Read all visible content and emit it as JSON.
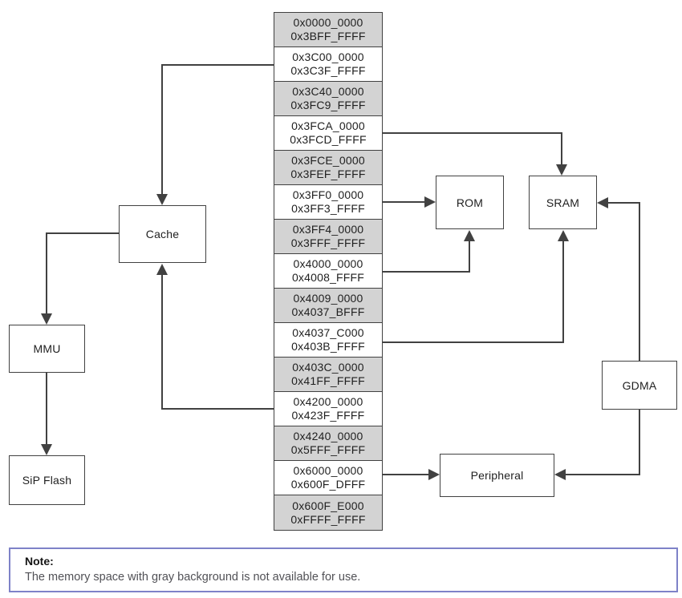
{
  "memory_map": {
    "cells": [
      {
        "start": "0x0000_0000",
        "end": "0x3BFF_FFFF",
        "shaded": true
      },
      {
        "start": "0x3C00_0000",
        "end": "0x3C3F_FFFF",
        "shaded": false
      },
      {
        "start": "0x3C40_0000",
        "end": "0x3FC9_FFFF",
        "shaded": true
      },
      {
        "start": "0x3FCA_0000",
        "end": "0x3FCD_FFFF",
        "shaded": false
      },
      {
        "start": "0x3FCE_0000",
        "end": "0x3FEF_FFFF",
        "shaded": true
      },
      {
        "start": "0x3FF0_0000",
        "end": "0x3FF3_FFFF",
        "shaded": false
      },
      {
        "start": "0x3FF4_0000",
        "end": "0x3FFF_FFFF",
        "shaded": true
      },
      {
        "start": "0x4000_0000",
        "end": "0x4008_FFFF",
        "shaded": false
      },
      {
        "start": "0x4009_0000",
        "end": "0x4037_BFFF",
        "shaded": true
      },
      {
        "start": "0x4037_C000",
        "end": "0x403B_FFFF",
        "shaded": false
      },
      {
        "start": "0x403C_0000",
        "end": "0x41FF_FFFF",
        "shaded": true
      },
      {
        "start": "0x4200_0000",
        "end": "0x423F_FFFF",
        "shaded": false
      },
      {
        "start": "0x4240_0000",
        "end": "0x5FFF_FFFF",
        "shaded": true
      },
      {
        "start": "0x6000_0000",
        "end": "0x600F_DFFF",
        "shaded": false
      },
      {
        "start": "0x600F_E000",
        "end": "0xFFFF_FFFF",
        "shaded": true
      }
    ]
  },
  "blocks": {
    "cache": {
      "label": "Cache"
    },
    "mmu": {
      "label": "MMU"
    },
    "sip_flash": {
      "label": "SiP Flash"
    },
    "rom": {
      "label": "ROM"
    },
    "sram": {
      "label": "SRAM"
    },
    "gdma": {
      "label": "GDMA"
    },
    "peripheral": {
      "label": "Peripheral"
    }
  },
  "note": {
    "label": "Note:",
    "text": "The memory space with gray background is not available for use."
  },
  "colors": {
    "unavailable_cell_bg": "#d3d3d3",
    "available_cell_bg": "#ffffff",
    "line": "#414141",
    "note_border": "#7e82c8"
  }
}
